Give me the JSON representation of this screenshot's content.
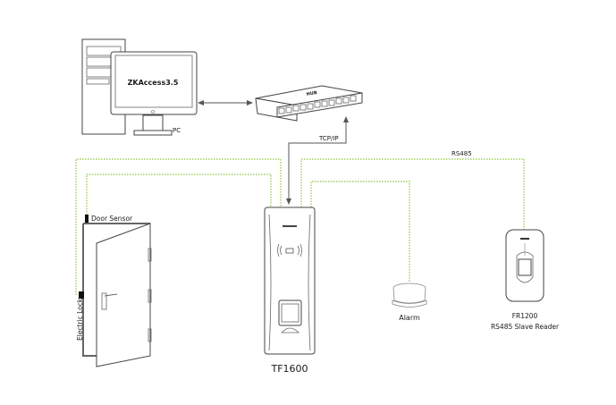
{
  "title": "TF1600 connection diagram",
  "colors": {
    "wire": "#8cc63f",
    "network": "#555555",
    "outline": "#444444"
  },
  "nodes": {
    "pc": {
      "label": "PC",
      "screen_text": "ZKAccess3.5"
    },
    "hub": {
      "label": "HUB"
    },
    "controller": {
      "label": "TF1600"
    },
    "door": {
      "door_sensor_label": "Door Sensor",
      "electric_lock_label": "Electric Lock"
    },
    "alarm": {
      "label": "Alarm"
    },
    "slave_reader": {
      "model": "FR1200",
      "description": "RS485 Slave Reader"
    }
  },
  "connections": {
    "pc_hub": {
      "type": "bidirectional"
    },
    "hub_controller": {
      "label": "TCP/IP"
    },
    "controller_reader": {
      "label": "RS485"
    }
  }
}
